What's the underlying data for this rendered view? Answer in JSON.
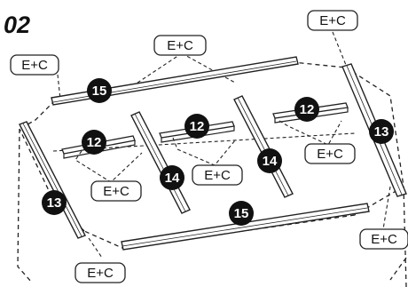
{
  "step": {
    "number": "02"
  },
  "part_numbers": {
    "top_rail": "15",
    "bottom_rail": "15",
    "left_side": "13",
    "right_side": "13",
    "slat_left": "14",
    "slat_right": "14",
    "bracket_left": "12",
    "bracket_middle": "12",
    "bracket_right": "12"
  },
  "joint_label": "E+C"
}
